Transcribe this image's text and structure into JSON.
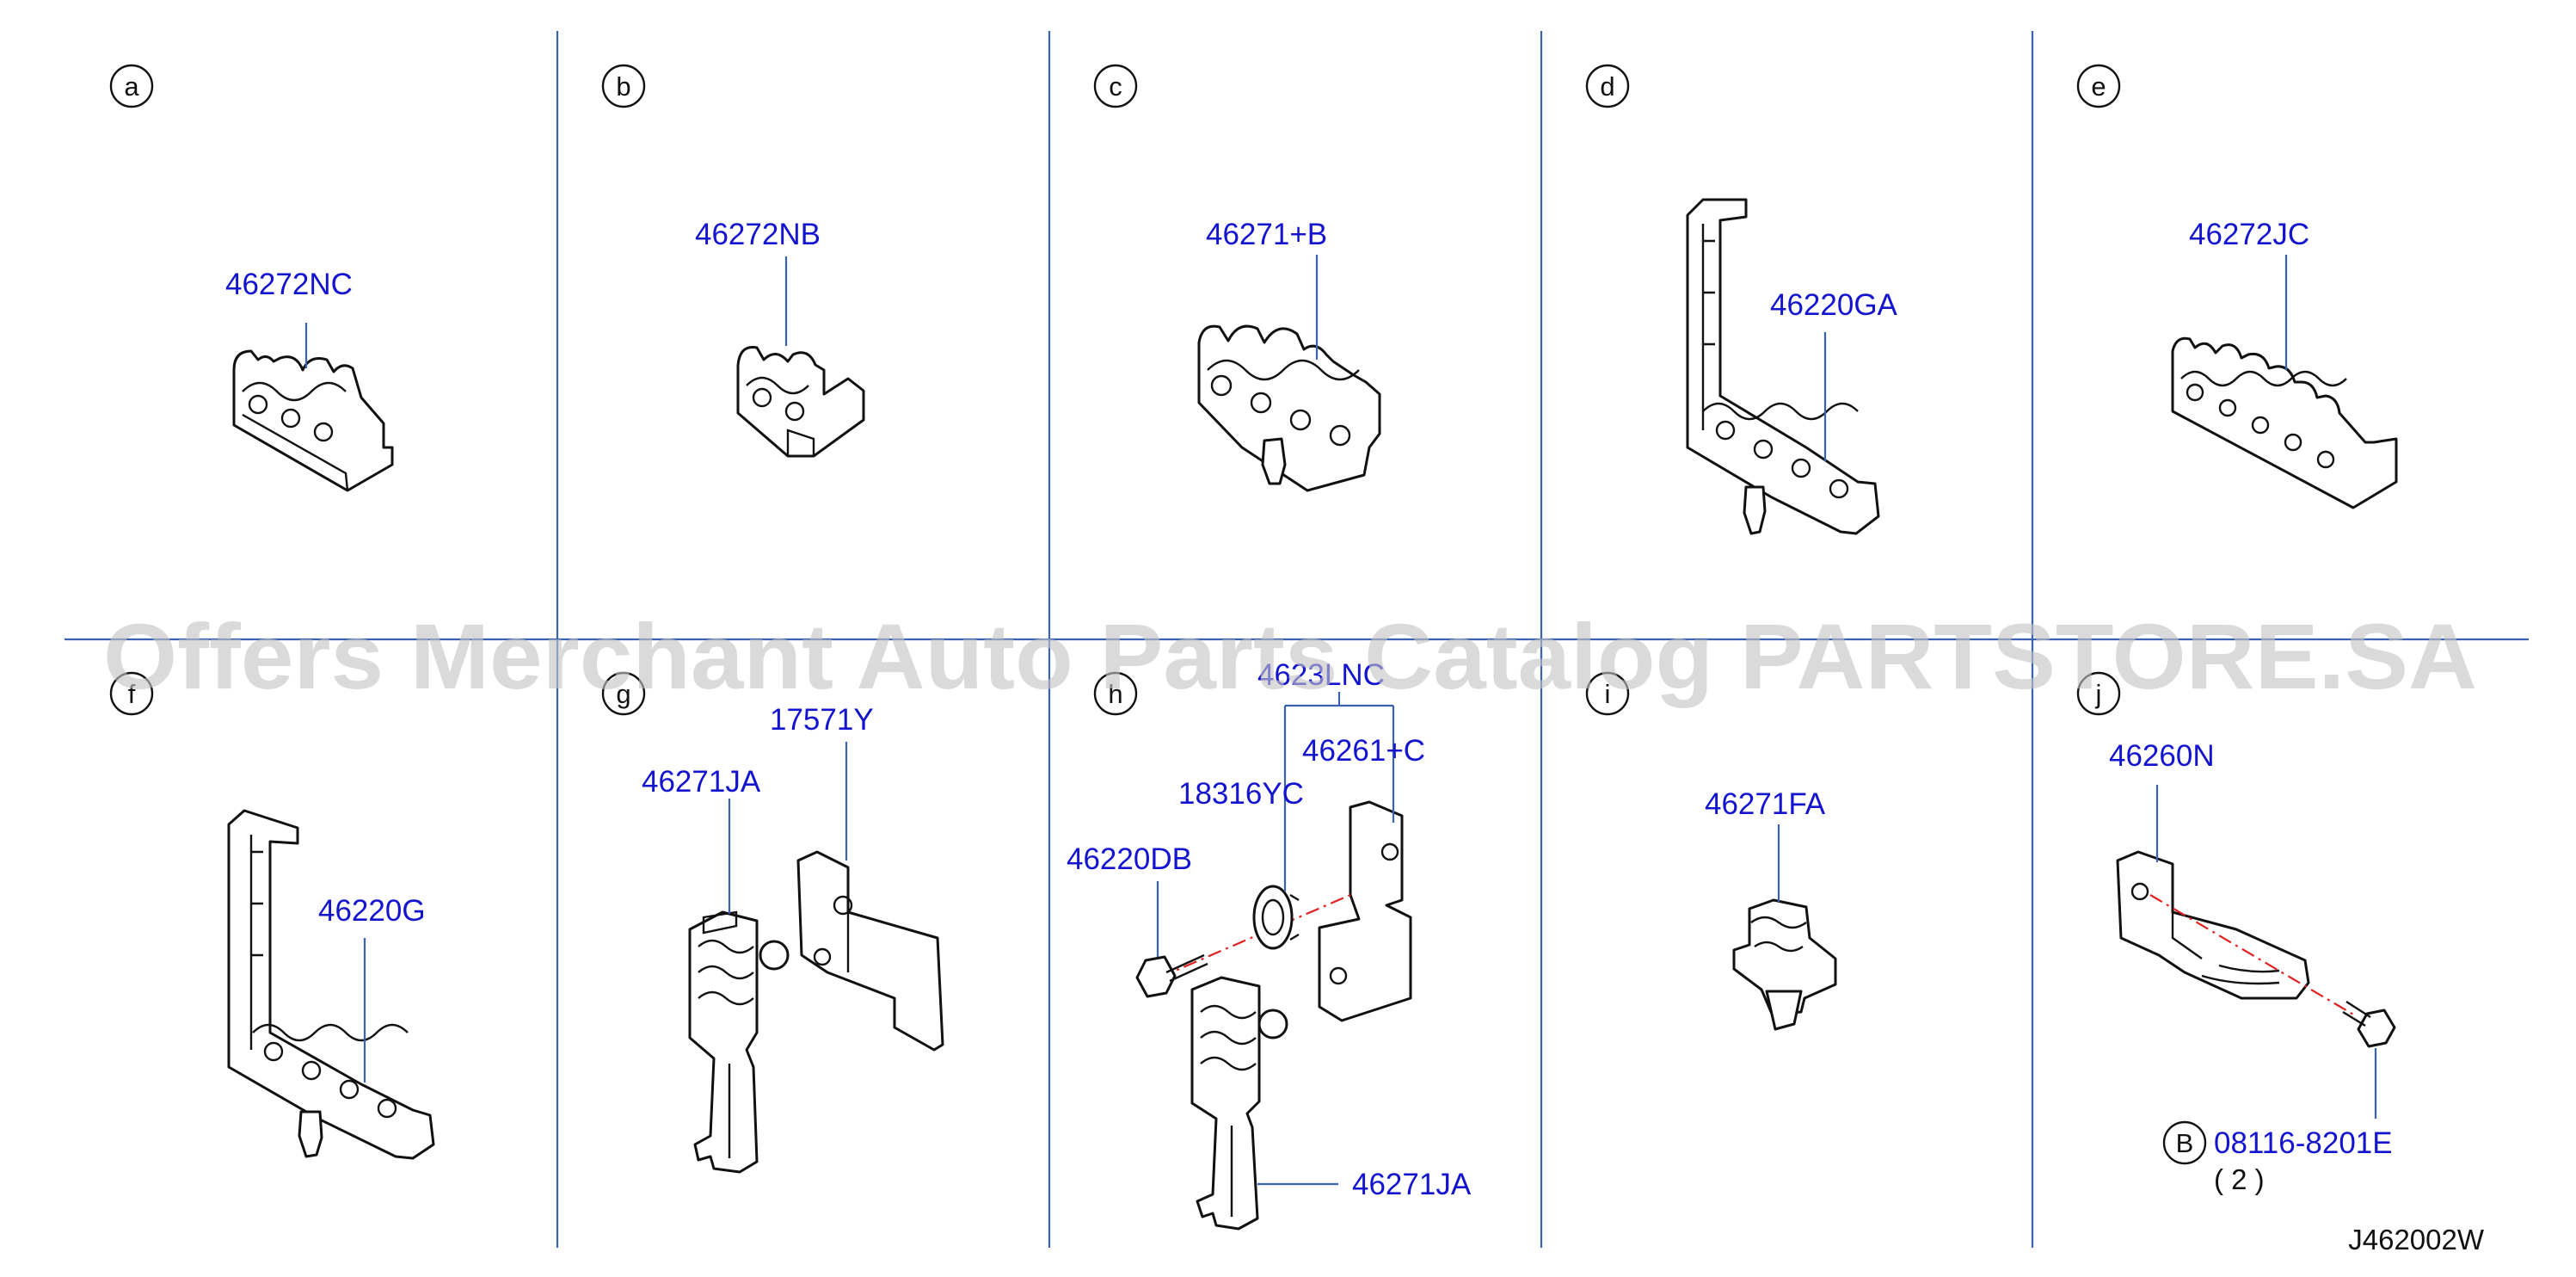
{
  "sections": [
    {
      "letter": "a",
      "parts": [
        "46272NC"
      ]
    },
    {
      "letter": "b",
      "parts": [
        "46272NB"
      ]
    },
    {
      "letter": "c",
      "parts": [
        "46271+B"
      ]
    },
    {
      "letter": "d",
      "parts": [
        "46220GA"
      ]
    },
    {
      "letter": "e",
      "parts": [
        "46272JC"
      ]
    },
    {
      "letter": "f",
      "parts": [
        "46220G"
      ]
    },
    {
      "letter": "g",
      "parts": [
        "17571Y",
        "46271JA"
      ]
    },
    {
      "letter": "h",
      "parts": [
        "4623LNC",
        "46261+C",
        "18316YC",
        "46220DB",
        "46271JA"
      ]
    },
    {
      "letter": "i",
      "parts": [
        "46271FA"
      ]
    },
    {
      "letter": "j",
      "parts": [
        "46260N",
        "08116-8201E"
      ],
      "bolt_ref": "B",
      "bolt_qty": "( 2 )"
    }
  ],
  "drawing_code": "J462002W",
  "watermark": "Offers Merchant Auto Parts Catalog PARTSTORE.SA",
  "colors": {
    "divider": "#3a62b0",
    "part_number": "#1414d0",
    "centerline": "#e02020",
    "watermark": "#c4c4c4"
  }
}
